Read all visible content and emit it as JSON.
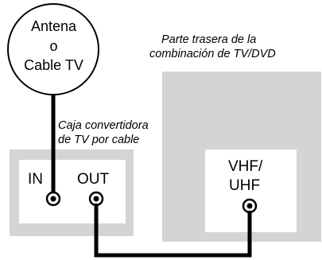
{
  "antenna": {
    "line1": "Antena",
    "line2": "o",
    "line3": "Cable TV"
  },
  "tv_back": {
    "title_line1": "Parte trasera de la",
    "title_line2": "combinación de TV/DVD",
    "port_line1": "VHF/",
    "port_line2": "UHF"
  },
  "converter": {
    "title_line1": "Caja convertidora",
    "title_line2": "de TV por cable",
    "in_label": "IN",
    "out_label": "OUT"
  },
  "colors": {
    "panel_gray": "#d4d4d4",
    "line": "#000000",
    "background": "#ffffff"
  }
}
